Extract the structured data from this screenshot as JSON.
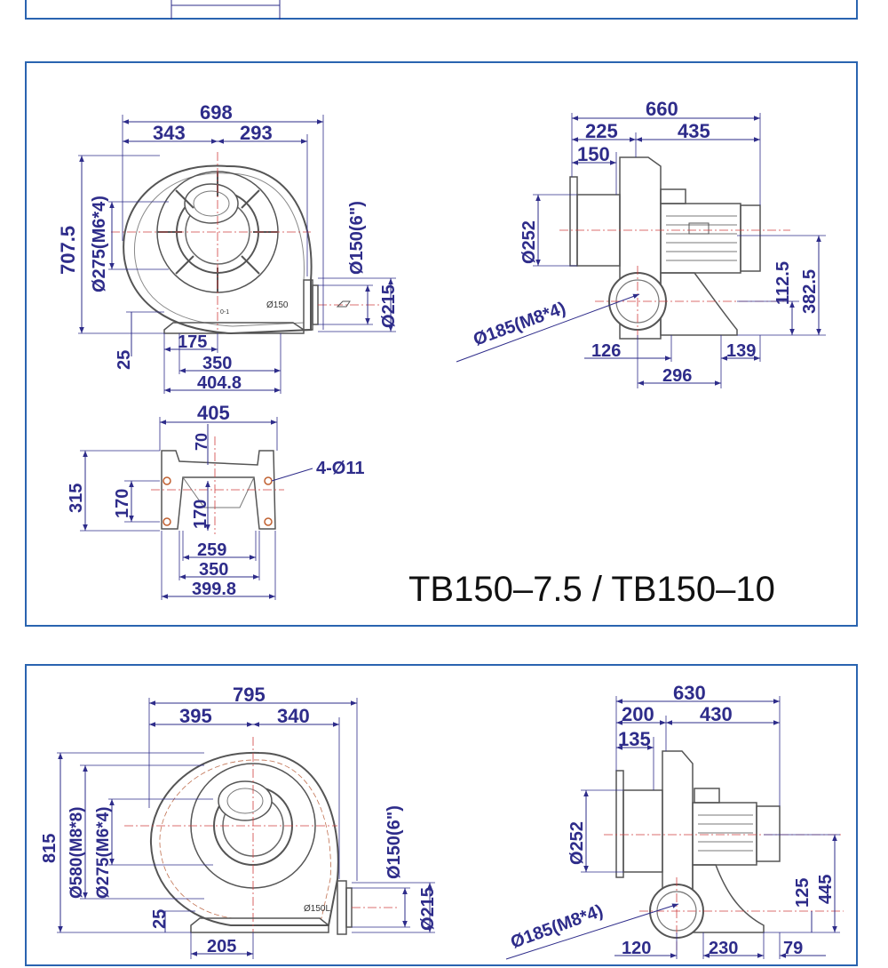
{
  "colors": {
    "frame": "#2a64b0",
    "dimension": "#2e2c8a",
    "drawing": "#555555",
    "centerline": "#d04040"
  },
  "panel_1": {
    "title": "TB150–7.5 / TB150–10",
    "front_view": {
      "width_total": "698",
      "width_left": "343",
      "width_right": "293",
      "height_total": "707.5",
      "flange_pcd": "Ø275(M6*4)",
      "outlet_size": "Ø150(6\")",
      "outlet_flange": "Ø215",
      "outlet_tag": "Ø150",
      "base_height": "25",
      "base_offset": "175",
      "base_mid": "350",
      "base_total": "404.8"
    },
    "side_view": {
      "width_total": "660",
      "width_left": "225",
      "width_right": "435",
      "inlet_offset": "150",
      "inlet_dia": "Ø252",
      "inlet_flange": "Ø185(M8*4)",
      "axis_height": "112.5",
      "total_height": "382.5",
      "base_left": "126",
      "base_right": "139",
      "base_total": "296"
    },
    "base_view": {
      "width_top": "405",
      "offset_top": "70",
      "depth_total": "315",
      "depth_inner": "170",
      "depth_mid": "170",
      "holes": "4-Ø11",
      "width_inner": "259",
      "width_mid": "350",
      "width_total": "399.8"
    }
  },
  "panel_2": {
    "front_view": {
      "width_total": "795",
      "width_left": "395",
      "width_right": "340",
      "height_total": "815",
      "flange_outer": "Ø580(M8*8)",
      "flange_pcd": "Ø275(M6*4)",
      "outlet_size": "Ø150(6\")",
      "outlet_flange": "Ø215",
      "outlet_tag": "Ø150L",
      "base_height": "25",
      "base_offset": "205"
    },
    "side_view": {
      "width_total": "630",
      "width_left": "200",
      "width_right": "430",
      "inlet_offset": "135",
      "inlet_dia": "Ø252",
      "inlet_flange": "Ø185(M8*4)",
      "axis_height": "125",
      "total_height": "445",
      "base_left": "120",
      "base_mid": "230",
      "base_right": "79"
    }
  }
}
